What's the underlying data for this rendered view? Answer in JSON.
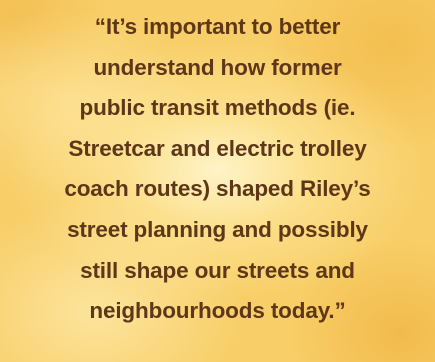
{
  "quote": {
    "lines": [
      "“It’s important to better",
      "understand how former",
      "public transit methods (ie.",
      "Streetcar and electric trolley",
      "coach routes) shaped Riley’s",
      "street planning and possibly",
      "still shape our streets and",
      "neighbourhoods today.”"
    ]
  },
  "colors": {
    "background": "#f8ce68",
    "text": "#5e3718"
  }
}
